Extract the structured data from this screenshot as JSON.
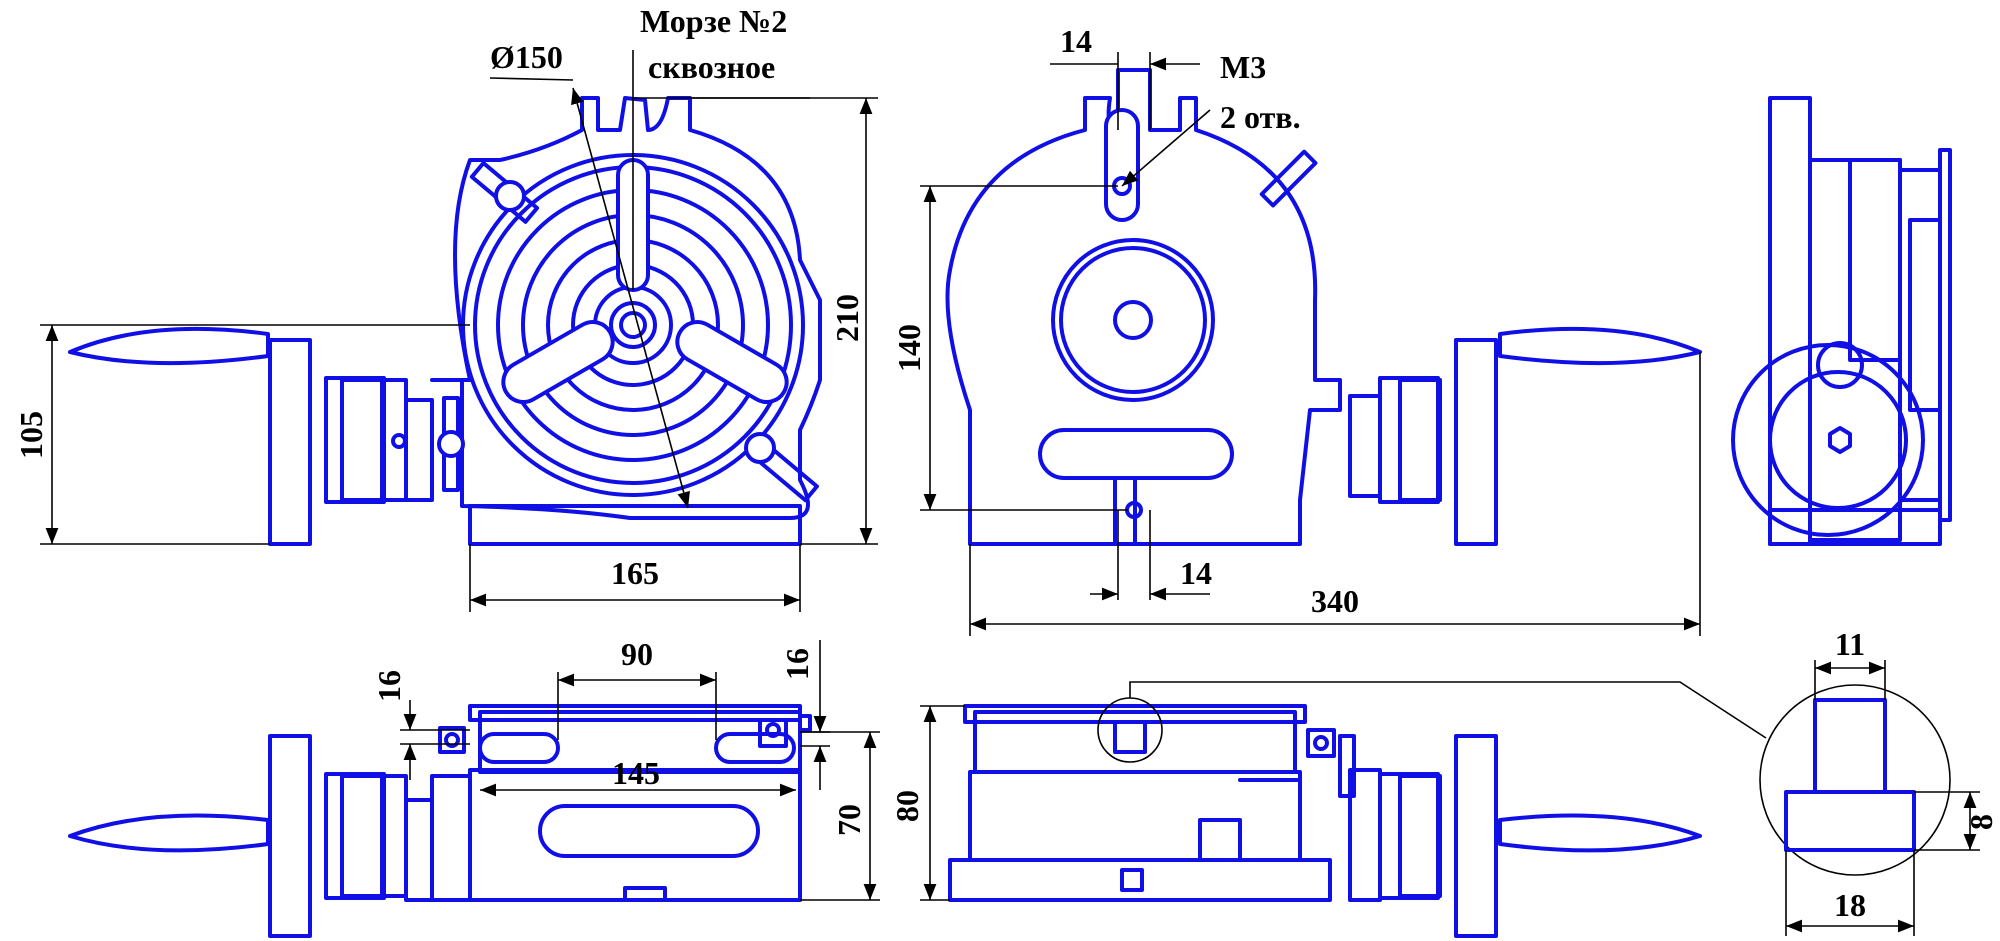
{
  "labels": {
    "morse": "Морзе №2",
    "through": "сквозное",
    "diameter": "Ø150",
    "thread": "М3",
    "holes": "2 отв.",
    "d14_top": "14",
    "d14_bottom": "14",
    "d105": "105",
    "d210": "210",
    "d165": "165",
    "d140": "140",
    "d340": "340",
    "d90": "90",
    "d16_left": "16",
    "d16_right": "16",
    "d145": "145",
    "d70": "70",
    "d80": "80",
    "d11": "11",
    "d8": "8",
    "d18": "18"
  },
  "colors": {
    "outline": "#1010e6",
    "dimension": "#000000",
    "background": "#ffffff"
  }
}
